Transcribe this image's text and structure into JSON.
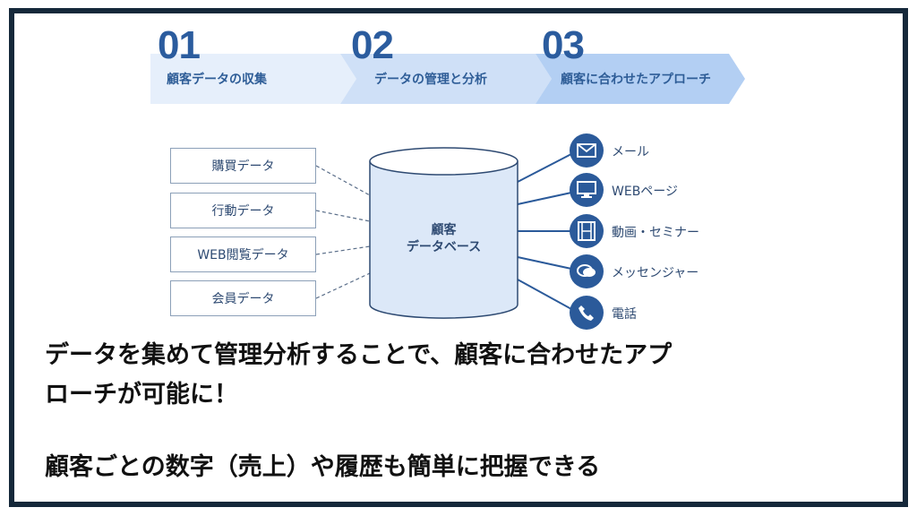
{
  "steps": [
    {
      "num": "01",
      "label": "顧客データの収集"
    },
    {
      "num": "02",
      "label": "データの管理と分析"
    },
    {
      "num": "03",
      "label": "顧客に合わせたアプローチ"
    }
  ],
  "sources": [
    "購買データ",
    "行動データ",
    "WEB閲覧データ",
    "会員データ"
  ],
  "database": {
    "line1": "顧客",
    "line2": "データベース"
  },
  "channels": [
    {
      "icon": "mail-icon",
      "label": "メール"
    },
    {
      "icon": "monitor-icon",
      "label": "WEBページ"
    },
    {
      "icon": "film-icon",
      "label": "動画・セミナー"
    },
    {
      "icon": "chat-icon",
      "label": "メッセンジャー"
    },
    {
      "icon": "phone-icon",
      "label": "電話"
    }
  ],
  "text": {
    "line1": "データを集めて管理分析することで、顧客に合わせたアプ",
    "line2": "ローチが可能に！",
    "line3": "顧客ごとの数字（売上）や履歴も簡単に把握できる"
  },
  "colors": {
    "accent": "#2b5c9e",
    "frame": "#15283a"
  }
}
